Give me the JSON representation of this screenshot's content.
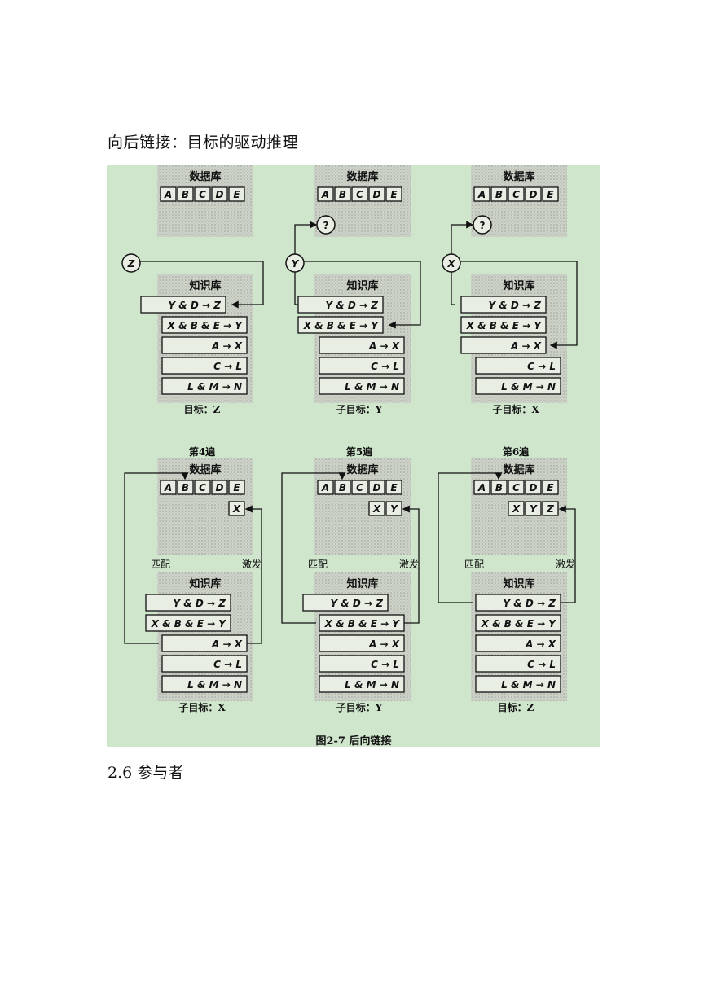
{
  "page": {
    "heading": "向后链接：目标的驱动推理",
    "section": "2.6 参与者"
  },
  "figure": {
    "caption": "图2-7 后向链接",
    "db_title": "数据库",
    "kb_title": "知识库",
    "db_cells": [
      "A",
      "B",
      "C",
      "D",
      "E"
    ],
    "rules": [
      "Y & D → Z",
      "X & B & E → Y",
      "A → X",
      "C → L",
      "L & M → N"
    ],
    "match_label": "匹配",
    "fire_label": "激发",
    "question": "?",
    "panels": [
      {
        "pass": "",
        "goal_var": "Z",
        "goal_label": "目标：Z",
        "added": []
      },
      {
        "pass": "",
        "goal_var": "Y",
        "goal_label": "子目标：Y",
        "added": []
      },
      {
        "pass": "",
        "goal_var": "X",
        "goal_label": "子目标：X",
        "added": []
      },
      {
        "pass": "第4遍",
        "goal_var": "",
        "goal_label": "子目标：X",
        "added": [
          "X"
        ]
      },
      {
        "pass": "第5遍",
        "goal_var": "",
        "goal_label": "子目标：Y",
        "added": [
          "X",
          "Y"
        ]
      },
      {
        "pass": "第6遍",
        "goal_var": "",
        "goal_label": "目标：Z",
        "added": [
          "X",
          "Y",
          "Z"
        ]
      }
    ]
  }
}
